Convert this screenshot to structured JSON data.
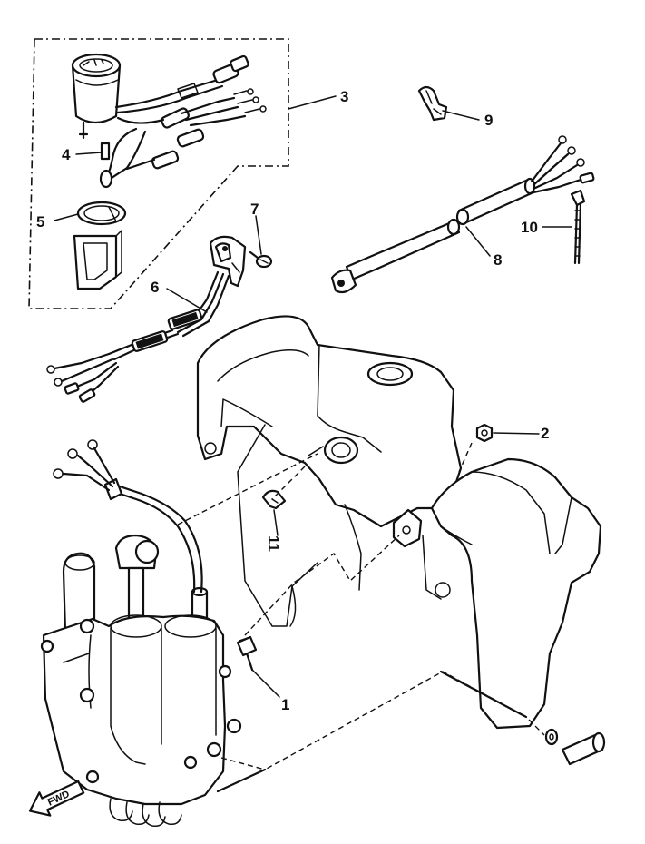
{
  "callouts": [
    {
      "id": "1",
      "label": "1"
    },
    {
      "id": "2",
      "label": "2"
    },
    {
      "id": "3",
      "label": "3"
    },
    {
      "id": "4",
      "label": "4"
    },
    {
      "id": "5",
      "label": "5"
    },
    {
      "id": "6",
      "label": "6"
    },
    {
      "id": "7",
      "label": "7"
    },
    {
      "id": "8",
      "label": "8"
    },
    {
      "id": "9",
      "label": "9"
    },
    {
      "id": "10",
      "label": "10"
    },
    {
      "id": "11",
      "label": "11"
    }
  ],
  "fwd_arrow": {
    "label": "FWD",
    "icon": "fwd-arrow-icon"
  },
  "colors": {
    "ink": "#111111",
    "paper": "#ffffff"
  }
}
